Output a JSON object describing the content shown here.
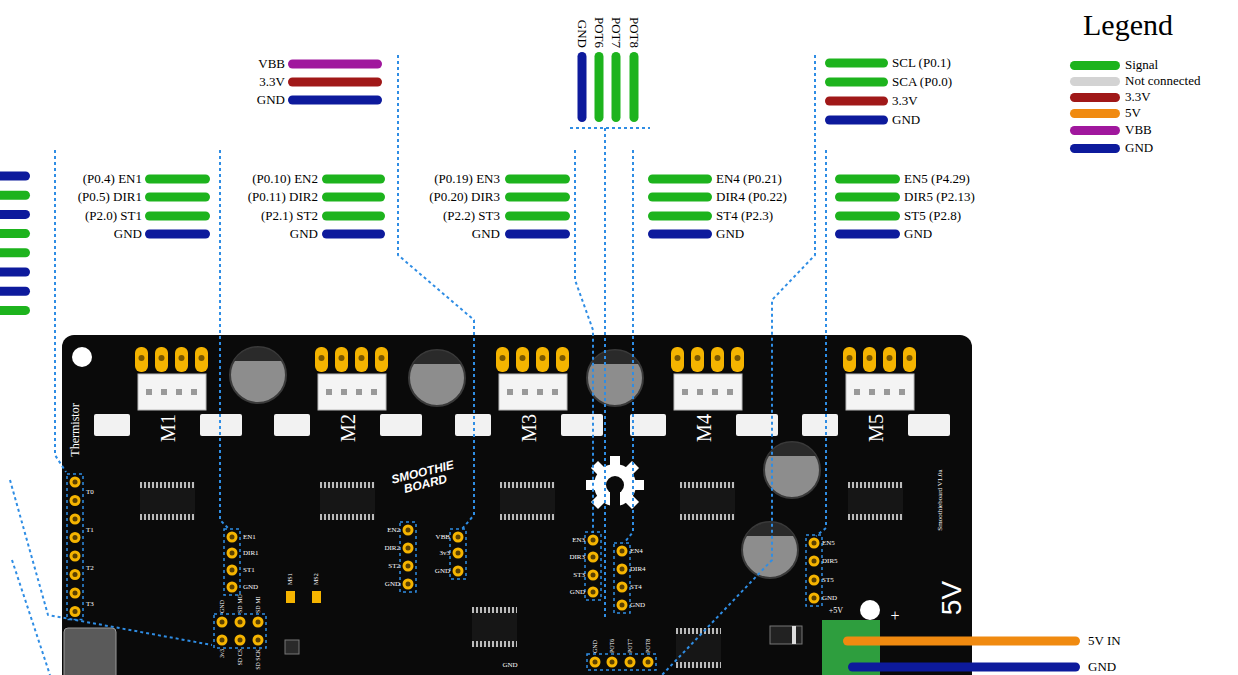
{
  "diagram": {
    "labels": [
      "VBB",
      "3.3V",
      "GND",
      "GND",
      "POT6",
      "POT7",
      "POT8",
      "SCL (P0.1)",
      "SCA (P0.0)",
      "3.3V",
      "GND",
      "(P0.4) EN1",
      "(P0.5) DIR1",
      "(P2.0) ST1",
      "GND",
      "(P0.10) EN2",
      "(P0.11) DIR2",
      "(P2.1) ST2",
      "GND",
      "(P0.19) EN3",
      "(P0.20) DIR3",
      "(P2.2) ST3",
      "GND",
      "EN4 (P0.21)",
      "DIR4 (P0.22)",
      "ST4 (P2.3)",
      "GND",
      "EN5 (P4.29)",
      "DIR5 (P2.13)",
      "ST5 (P2.8)",
      "GND",
      "5V IN",
      "GND",
      "M1",
      "M2",
      "M3",
      "M4",
      "M5",
      "Thermistor",
      "T0",
      "T1",
      "T2",
      "T3",
      "EN1",
      "DIR1",
      "ST1",
      "GND",
      "GND",
      "SD MO",
      "SD MI",
      "3v3",
      "SD CS",
      "SD SCK",
      "MS1",
      "MS2",
      "EN2",
      "DIR2",
      "ST2",
      "GND",
      "VBB",
      "3v3",
      "GND",
      "SMOOTHIE BOARD",
      "EN3",
      "DIR3",
      "ST3",
      "GND",
      "EN4",
      "DIR4",
      "ST4",
      "GND",
      "Smoothieboard V1.0a",
      "EN5",
      "DIR5",
      "ST5",
      "GND",
      "GND",
      "POT6",
      "POT7",
      "POT8",
      "GND",
      "+5V",
      "+",
      "5V",
      "Legend"
    ],
    "legend": [
      {
        "text": "Signal",
        "color": "#1db31d"
      },
      {
        "text": "Not connected",
        "color": "#d3d3d3"
      },
      {
        "text": "3.3V",
        "color": "#a01818"
      },
      {
        "text": "5V",
        "color": "#f08a10"
      },
      {
        "text": "VBB",
        "color": "#a0179d"
      },
      {
        "text": "GND",
        "color": "#0d1a9c"
      }
    ]
  }
}
